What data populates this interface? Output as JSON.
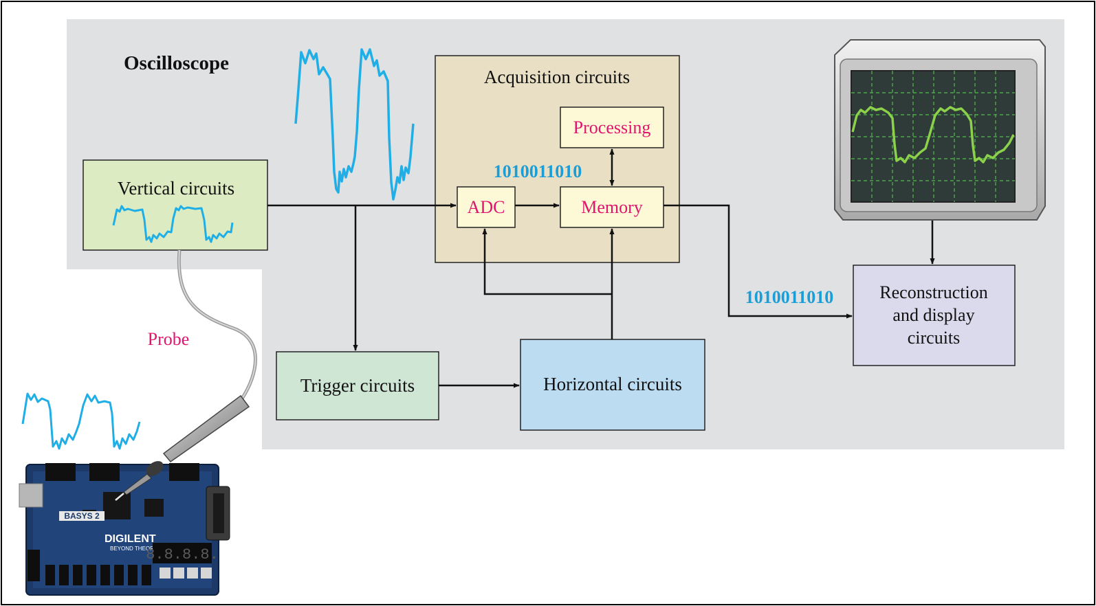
{
  "diagram": {
    "title": "Oscilloscope",
    "probe_label": "Probe",
    "binary_top": "1010011010",
    "binary_right": "1010011010",
    "blocks": {
      "vertical": "Vertical circuits",
      "acquisition": "Acquisition circuits",
      "processing": "Processing",
      "adc": "ADC",
      "memory": "Memory",
      "trigger": "Trigger circuits",
      "horizontal": "Horizontal circuits",
      "reconstruction_line1": "Reconstruction",
      "reconstruction_line2": "and display",
      "reconstruction_line3": "circuits"
    },
    "board": {
      "model": "BASYS 2",
      "brand": "DIGILENT",
      "tagline": "BEYOND THEORY",
      "display": "8.8.8.8."
    }
  },
  "colors": {
    "panel": "#e0e1e3",
    "waveform_blue": "#1faee6",
    "scope_trace": "#8cd14b",
    "label_magenta": "#e0156e",
    "binary_blue": "#1a9ed8",
    "vertical_fill": "#dcebc1",
    "acquisition_fill": "#e9dfc4",
    "inner_fill": "#fdf8d6",
    "trigger_fill": "#cfe6d5",
    "horizontal_fill": "#bcdcf2",
    "reconstruction_fill": "#dbd9ec"
  }
}
